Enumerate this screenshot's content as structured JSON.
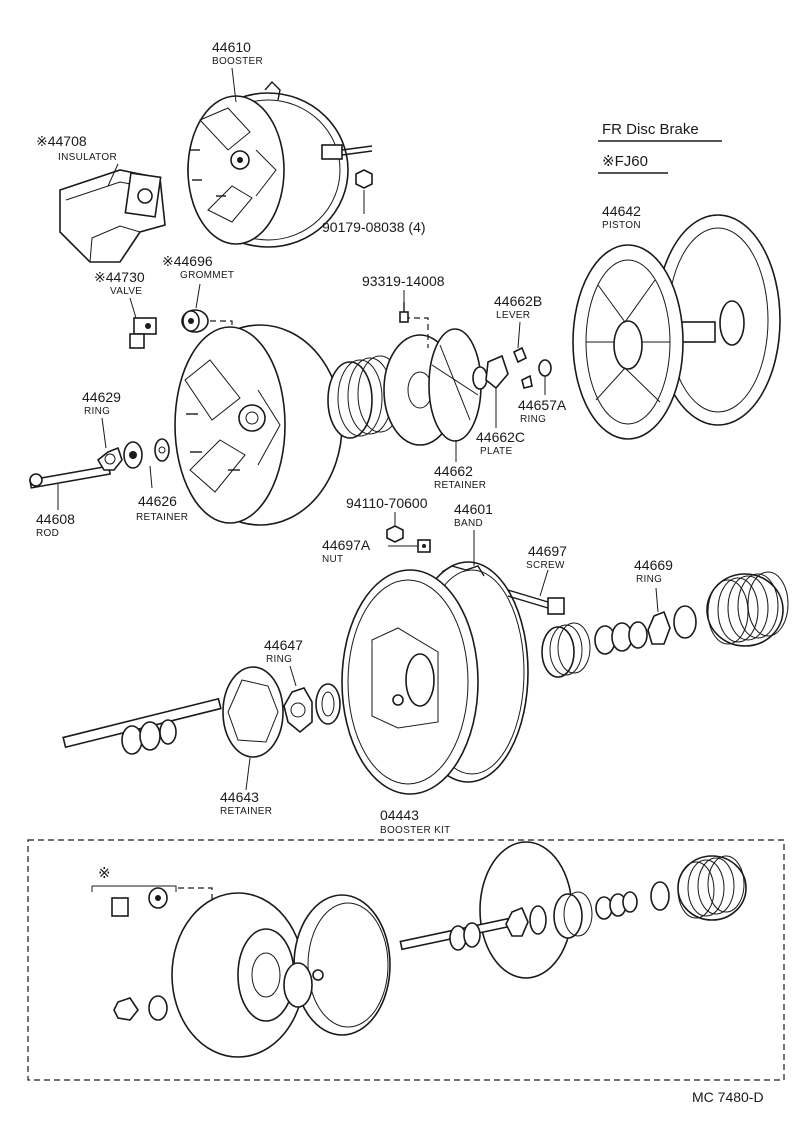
{
  "header": {
    "title": "FR  Disc Brake",
    "variant": "※FJ60"
  },
  "parts": {
    "p44610": {
      "num": "44610",
      "name": "BOOSTER"
    },
    "p44708": {
      "num": "※44708",
      "name": "INSULATOR"
    },
    "p90179": {
      "num": "90179-08038 (4)"
    },
    "p44696": {
      "num": "※44696",
      "name": "GROMMET"
    },
    "p44730": {
      "num": "※44730",
      "name": "VALVE"
    },
    "p93319": {
      "num": "93319-14008"
    },
    "p44662B": {
      "num": "44662B",
      "name": "LEVER"
    },
    "p44642": {
      "num": "44642",
      "name": "PISTON"
    },
    "p44657A": {
      "num": "44657A",
      "name": "RING"
    },
    "p44662C": {
      "num": "44662C",
      "name": "PLATE"
    },
    "p44662": {
      "num": "44662",
      "name": "RETAINER"
    },
    "p44629": {
      "num": "44629",
      "name": "RING"
    },
    "p44626": {
      "num": "44626",
      "name": "RETAINER"
    },
    "p44608": {
      "num": "44608",
      "name": "ROD"
    },
    "p94110": {
      "num": "94110-70600"
    },
    "p44601": {
      "num": "44601",
      "name": "BAND"
    },
    "p44697A": {
      "num": "44697A",
      "name": "NUT"
    },
    "p44697": {
      "num": "44697",
      "name": "SCREW"
    },
    "p44669": {
      "num": "44669",
      "name": "RING"
    },
    "p44647": {
      "num": "44647",
      "name": "RING"
    },
    "p44643": {
      "num": "44643",
      "name": "RETAINER"
    },
    "p04443": {
      "num": "04443",
      "name": "BOOSTER KIT"
    }
  },
  "kit_marker": "※",
  "footer": {
    "code": "MC  7480-D"
  }
}
